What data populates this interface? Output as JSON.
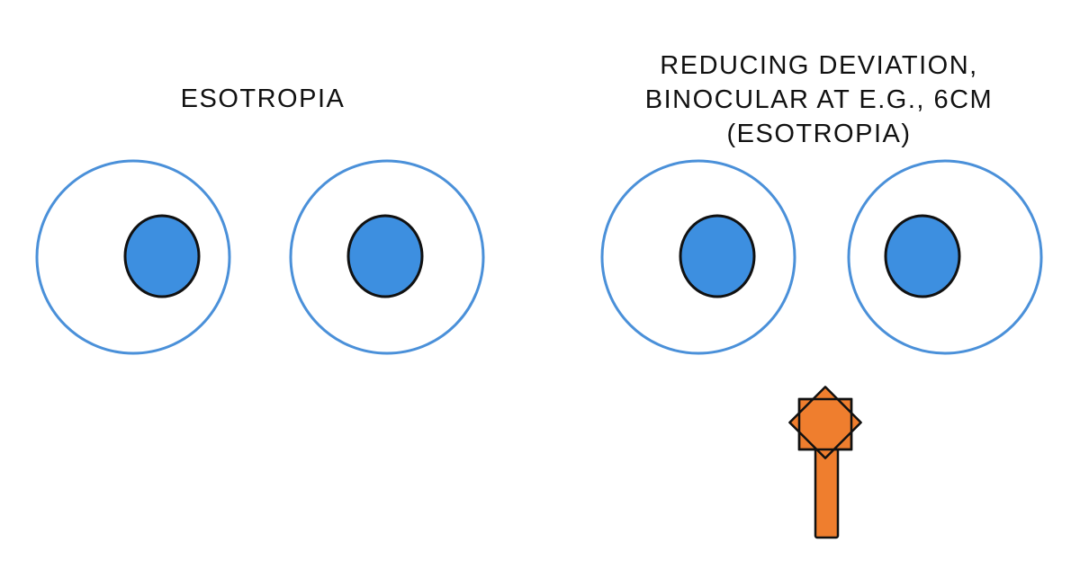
{
  "panels": [
    {
      "caption_lines": [
        "ESOTROPIA"
      ]
    },
    {
      "caption_lines": [
        "REDUCING DEVIATION,",
        "BINOCULAR AT E.G., 6CM",
        "(ESOTROPIA)"
      ]
    }
  ],
  "colors": {
    "eye_outline": "#4A90D9",
    "iris_fill": "#3D8FE0",
    "iris_stroke": "#111111",
    "target_fill": "#EF7E2E",
    "target_stroke": "#111111"
  },
  "icons": {
    "fixation_target": "fixation-stick-icon"
  }
}
